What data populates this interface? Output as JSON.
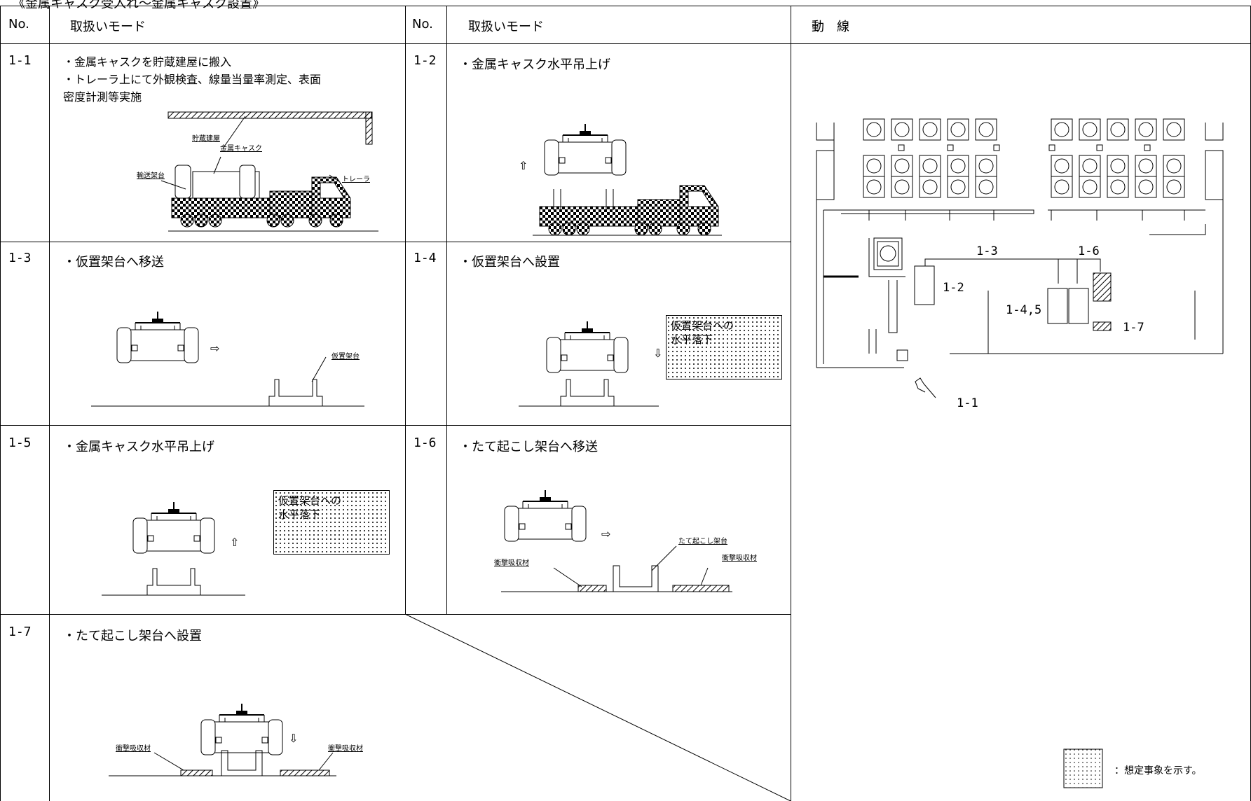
{
  "caption": "《金属キャスク受入れ～金属キャスク設置》",
  "headers": {
    "no": "No.",
    "mode": "取扱いモード",
    "route": "動　線"
  },
  "rows": [
    {
      "no": "1-1",
      "text": [
        "・金属キャスクを貯蔵建屋に搬入",
        "・トレーラ上にて外観検査、線量当量率測定、表面",
        "密度計測等実施"
      ]
    },
    {
      "no": "1-2",
      "text": [
        "・金属キャスク水平吊上げ"
      ]
    },
    {
      "no": "1-3",
      "text": [
        "・仮置架台へ移送"
      ]
    },
    {
      "no": "1-4",
      "text": [
        "・仮置架台へ設置"
      ]
    },
    {
      "no": "1-5",
      "text": [
        "・金属キャスク水平吊上げ"
      ]
    },
    {
      "no": "1-6",
      "text": [
        "・たて起こし架台へ移送"
      ]
    },
    {
      "no": "1-7",
      "text": [
        "・たて起こし架台へ設置"
      ]
    }
  ],
  "figure_labels": {
    "storage_building": "貯蔵建屋",
    "metal_cask": "金属キャスク",
    "transport_frame": "輸送架台",
    "trailer": "トレーラ",
    "temp_stand": "仮置架台",
    "upright_stand": "たて起こし架台",
    "shock_absorber": "衝撃吸収材"
  },
  "notes": {
    "drop_1_4": [
      "仮置架台への",
      "水平落下"
    ],
    "drop_1_5": [
      "仮置架台への",
      "水平落下"
    ]
  },
  "route_labels": {
    "r1_1": "1-1",
    "r1_2": "1-2",
    "r1_3": "1-3",
    "r1_45": "1-4,5",
    "r1_6": "1-6",
    "r1_7": "1-7"
  },
  "legend": {
    "text": "：想定事象を示す。"
  }
}
